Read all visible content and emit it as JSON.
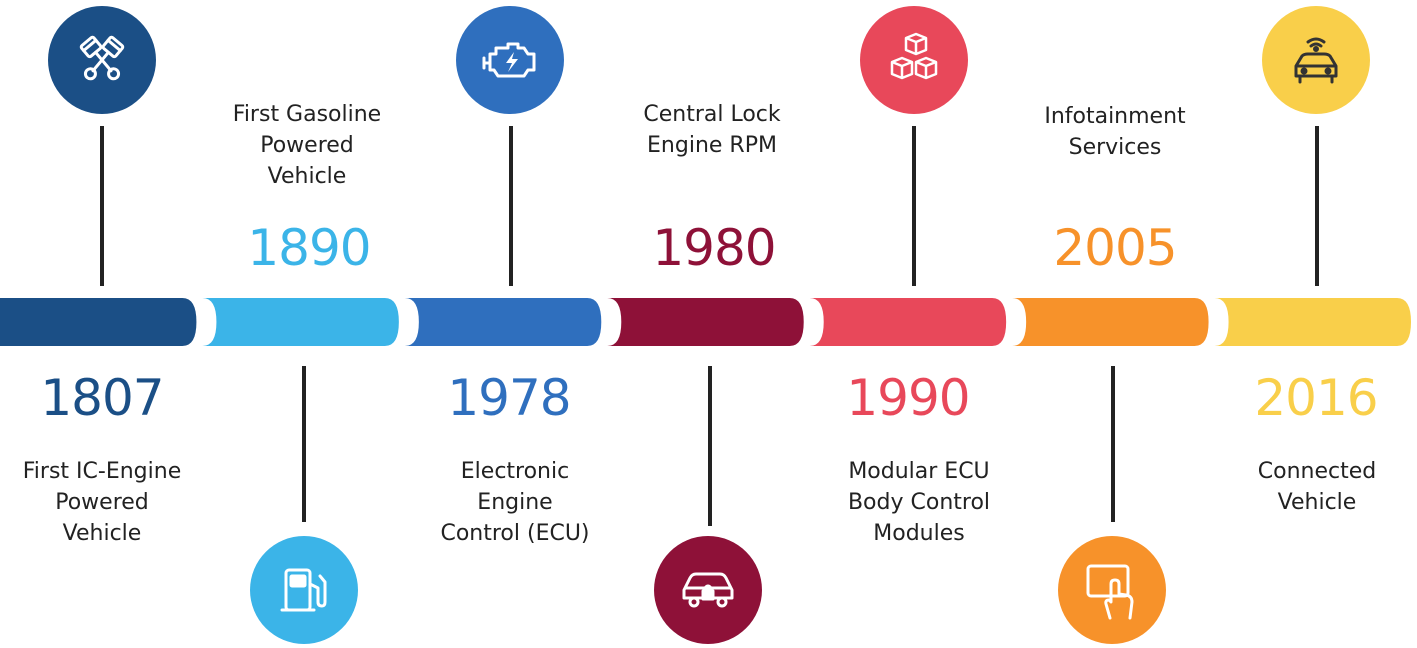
{
  "timeline": {
    "milestones": [
      {
        "year": "1807",
        "description": "First IC-Engine\nPowered\nVehicle",
        "color": "#1b4f86",
        "icon": "pistons-icon"
      },
      {
        "year": "1890",
        "description": "First Gasoline\nPowered\nVehicle",
        "color": "#3bb4e8",
        "icon": "fuel-pump-icon"
      },
      {
        "year": "1978",
        "description": "Electronic\nEngine\nControl (ECU)",
        "color": "#2f6fbe",
        "icon": "engine-icon"
      },
      {
        "year": "1980",
        "description": "Central Lock\nEngine RPM",
        "color": "#8e1138",
        "icon": "car-lock-icon"
      },
      {
        "year": "1990",
        "description": "Modular ECU\nBody Control\nModules",
        "color": "#e8485a",
        "icon": "modules-icon"
      },
      {
        "year": "2005",
        "description": "Infotainment\nServices",
        "color": "#f7922a",
        "icon": "touchscreen-icon"
      },
      {
        "year": "2016",
        "description": "Connected\nVehicle",
        "color": "#f9cf4a",
        "icon": "connected-car-icon"
      }
    ]
  }
}
